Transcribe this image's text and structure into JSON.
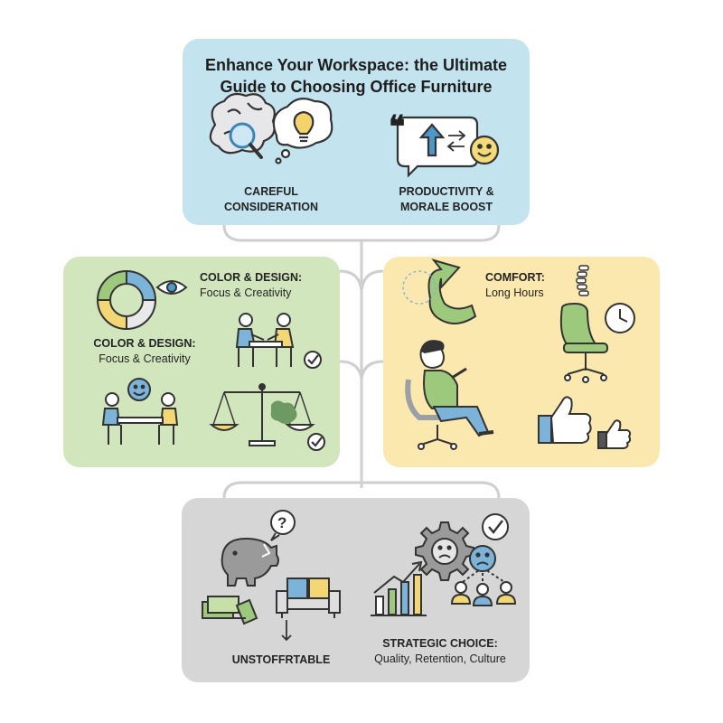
{
  "header": {
    "title_line1": "Enhance Your Workspace: the Ultimate",
    "title_line2": "Guide to Choosing Office Furniture",
    "left_label_line1": "CAREFUL",
    "left_label_line2": "CONSIDERATION",
    "right_label_line1": "PRODUCTIVITY &",
    "right_label_line2": "MORALE BOOST"
  },
  "left_panel": {
    "label_a_title": "COLOR & DESIGN:",
    "label_a_sub": "Focus & Creativity",
    "label_b_title": "COLOR & DESIGN:",
    "label_b_sub": "Focus & Creativity"
  },
  "right_panel": {
    "label_title": "COMFORT:",
    "label_sub": "Long Hours"
  },
  "bottom_panel": {
    "left_label": "UNSTOFFRTABLE",
    "right_label_title": "STRATEGIC CHOICE:",
    "right_label_sub": "Quality, Retention, Culture"
  },
  "colors": {
    "top_panel": "#c3e4ef",
    "left_panel": "#d2e6bd",
    "right_panel": "#fbe8ae",
    "bottom_panel": "#d6d6d6",
    "connector": "#cfcfcf",
    "accent_blue": "#4d98c8",
    "accent_green": "#9cc97b",
    "accent_yellow": "#f2d774"
  }
}
